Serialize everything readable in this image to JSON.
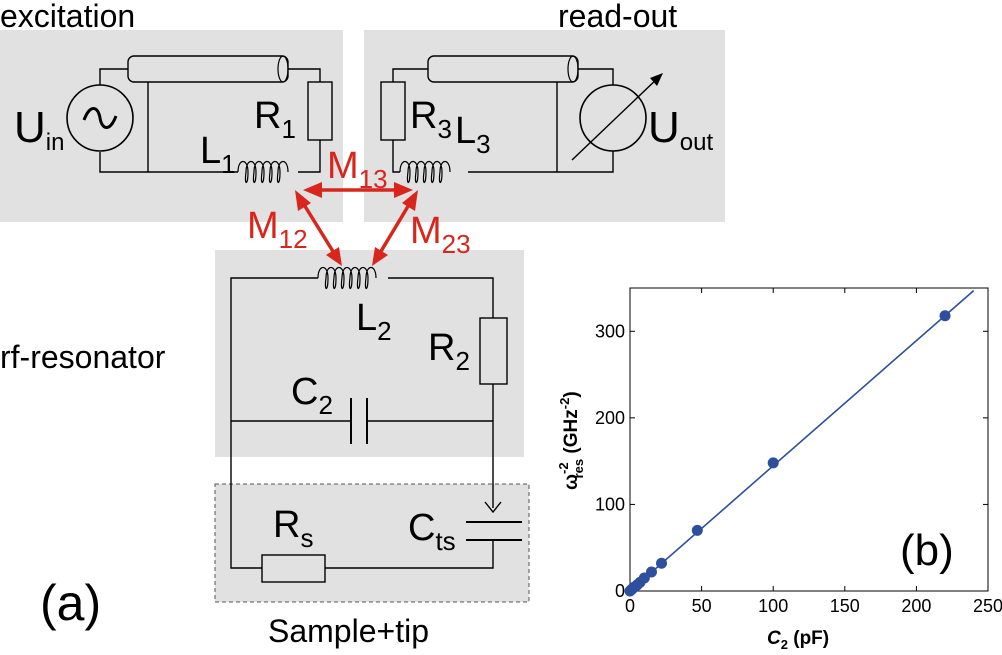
{
  "panel_a": {
    "label": "(a)",
    "sections": {
      "excitation": "excitation",
      "readout": "read-out",
      "resonator": "rf-resonator",
      "sample": "Sample+tip"
    },
    "components": {
      "U_in": {
        "main": "U",
        "sub": "in"
      },
      "L1": {
        "main": "L",
        "sub": "1"
      },
      "R1": {
        "main": "R",
        "sub": "1"
      },
      "R3": {
        "main": "R",
        "sub": "3"
      },
      "L3": {
        "main": "L",
        "sub": "3"
      },
      "U_out": {
        "main": "U",
        "sub": "out"
      },
      "L2": {
        "main": "L",
        "sub": "2"
      },
      "R2": {
        "main": "R",
        "sub": "2"
      },
      "C2": {
        "main": "C",
        "sub": "2"
      },
      "Rs": {
        "main": "R",
        "sub": "s"
      },
      "Cts": {
        "main": "C",
        "sub": "ts"
      }
    },
    "couplings": {
      "M13": {
        "main": "M",
        "sub": "13"
      },
      "M12": {
        "main": "M",
        "sub": "12"
      },
      "M23": {
        "main": "M",
        "sub": "23"
      }
    },
    "colors": {
      "coupling": "#d8261d",
      "box": "#e1e1e1",
      "line": "#000000"
    }
  },
  "chart_data": {
    "type": "scatter",
    "panel_label": "(b)",
    "xlabel": {
      "main": "C",
      "sub": "2",
      "unit": " (pF)"
    },
    "ylabel": {
      "main": "ω",
      "sup": "-2",
      "sub": "res",
      "unit_pre": " (GHz",
      "unit_sup": "-2",
      "unit_post": ")"
    },
    "xlim": [
      0,
      250
    ],
    "ylim": [
      0,
      350
    ],
    "xticks": [
      0,
      50,
      100,
      150,
      200,
      250
    ],
    "yticks": [
      0,
      100,
      200,
      300
    ],
    "points": {
      "x": [
        0,
        1,
        2,
        3,
        5,
        7,
        10,
        15,
        22,
        47,
        100,
        220
      ],
      "y": [
        0,
        1.5,
        3,
        4.5,
        7,
        10,
        15,
        22,
        32,
        70,
        148,
        318
      ]
    },
    "fit_line": {
      "x": [
        0,
        240
      ],
      "y": [
        0,
        347
      ]
    },
    "color": "#2e4f9e",
    "grid": false
  }
}
